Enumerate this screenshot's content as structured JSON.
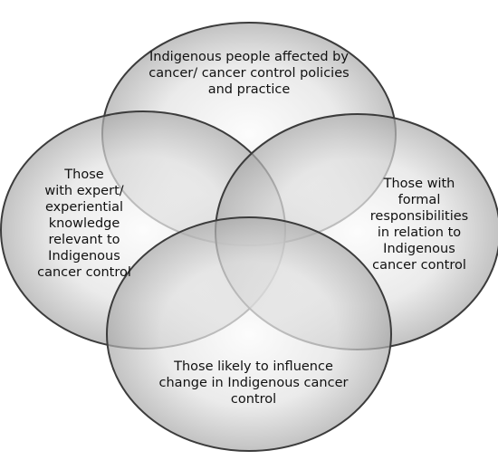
{
  "diagram": {
    "type": "four-set-venn",
    "circles": [
      {
        "id": "top",
        "label": "Indigenous people affected by\ncancer/ cancer control policies\nand practice"
      },
      {
        "id": "left",
        "label": "Those\nwith expert/\nexperiential\nknowledge\nrelevant to\nIndigenous\ncancer control"
      },
      {
        "id": "right",
        "label": "Those with\nformal\nresponsibilities\nin relation to\nIndigenous\ncancer control"
      },
      {
        "id": "bottom",
        "label": "Those likely to influence\nchange in Indigenous cancer\ncontrol"
      }
    ],
    "colors": {
      "fill_center": "#fbfbfb",
      "fill_mid": "#e2e2e2",
      "fill_edge": "#a9a9a9",
      "stroke": "#3c3c3c",
      "text": "#111111"
    }
  }
}
